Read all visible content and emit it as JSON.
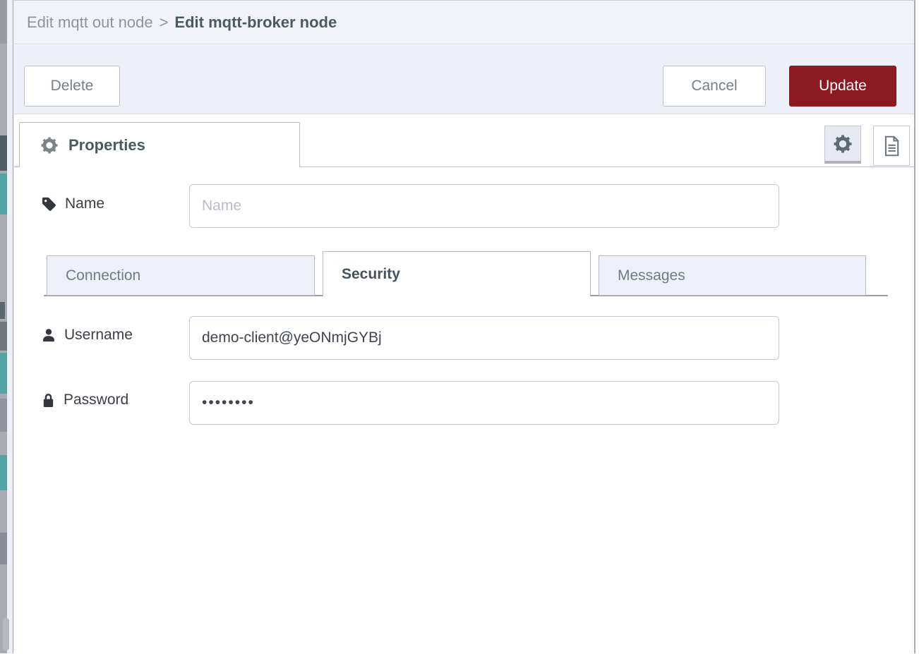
{
  "header": {
    "breadcrumb_parent": "Edit mqtt out node",
    "separator": ">",
    "breadcrumb_current": "Edit mqtt-broker node"
  },
  "toolbar": {
    "delete_label": "Delete",
    "cancel_label": "Cancel",
    "update_label": "Update"
  },
  "editor_tabs": {
    "properties_label": "Properties"
  },
  "form": {
    "name": {
      "label": "Name",
      "placeholder": "Name",
      "value": ""
    },
    "tabs": [
      {
        "label": "Connection",
        "active": false
      },
      {
        "label": "Security",
        "active": true
      },
      {
        "label": "Messages",
        "active": false
      }
    ],
    "username": {
      "label": "Username",
      "value": "demo-client@yeONmjGYBj"
    },
    "password": {
      "label": "Password",
      "value": "••••••••"
    }
  },
  "colors": {
    "update_button": "#8c1a23",
    "toolbar_bg": "#eef0f9",
    "header_bg": "#f2f3f9",
    "inactive_tab_bg": "#eef0fa",
    "palette_node_teal": "#53a2a4"
  }
}
